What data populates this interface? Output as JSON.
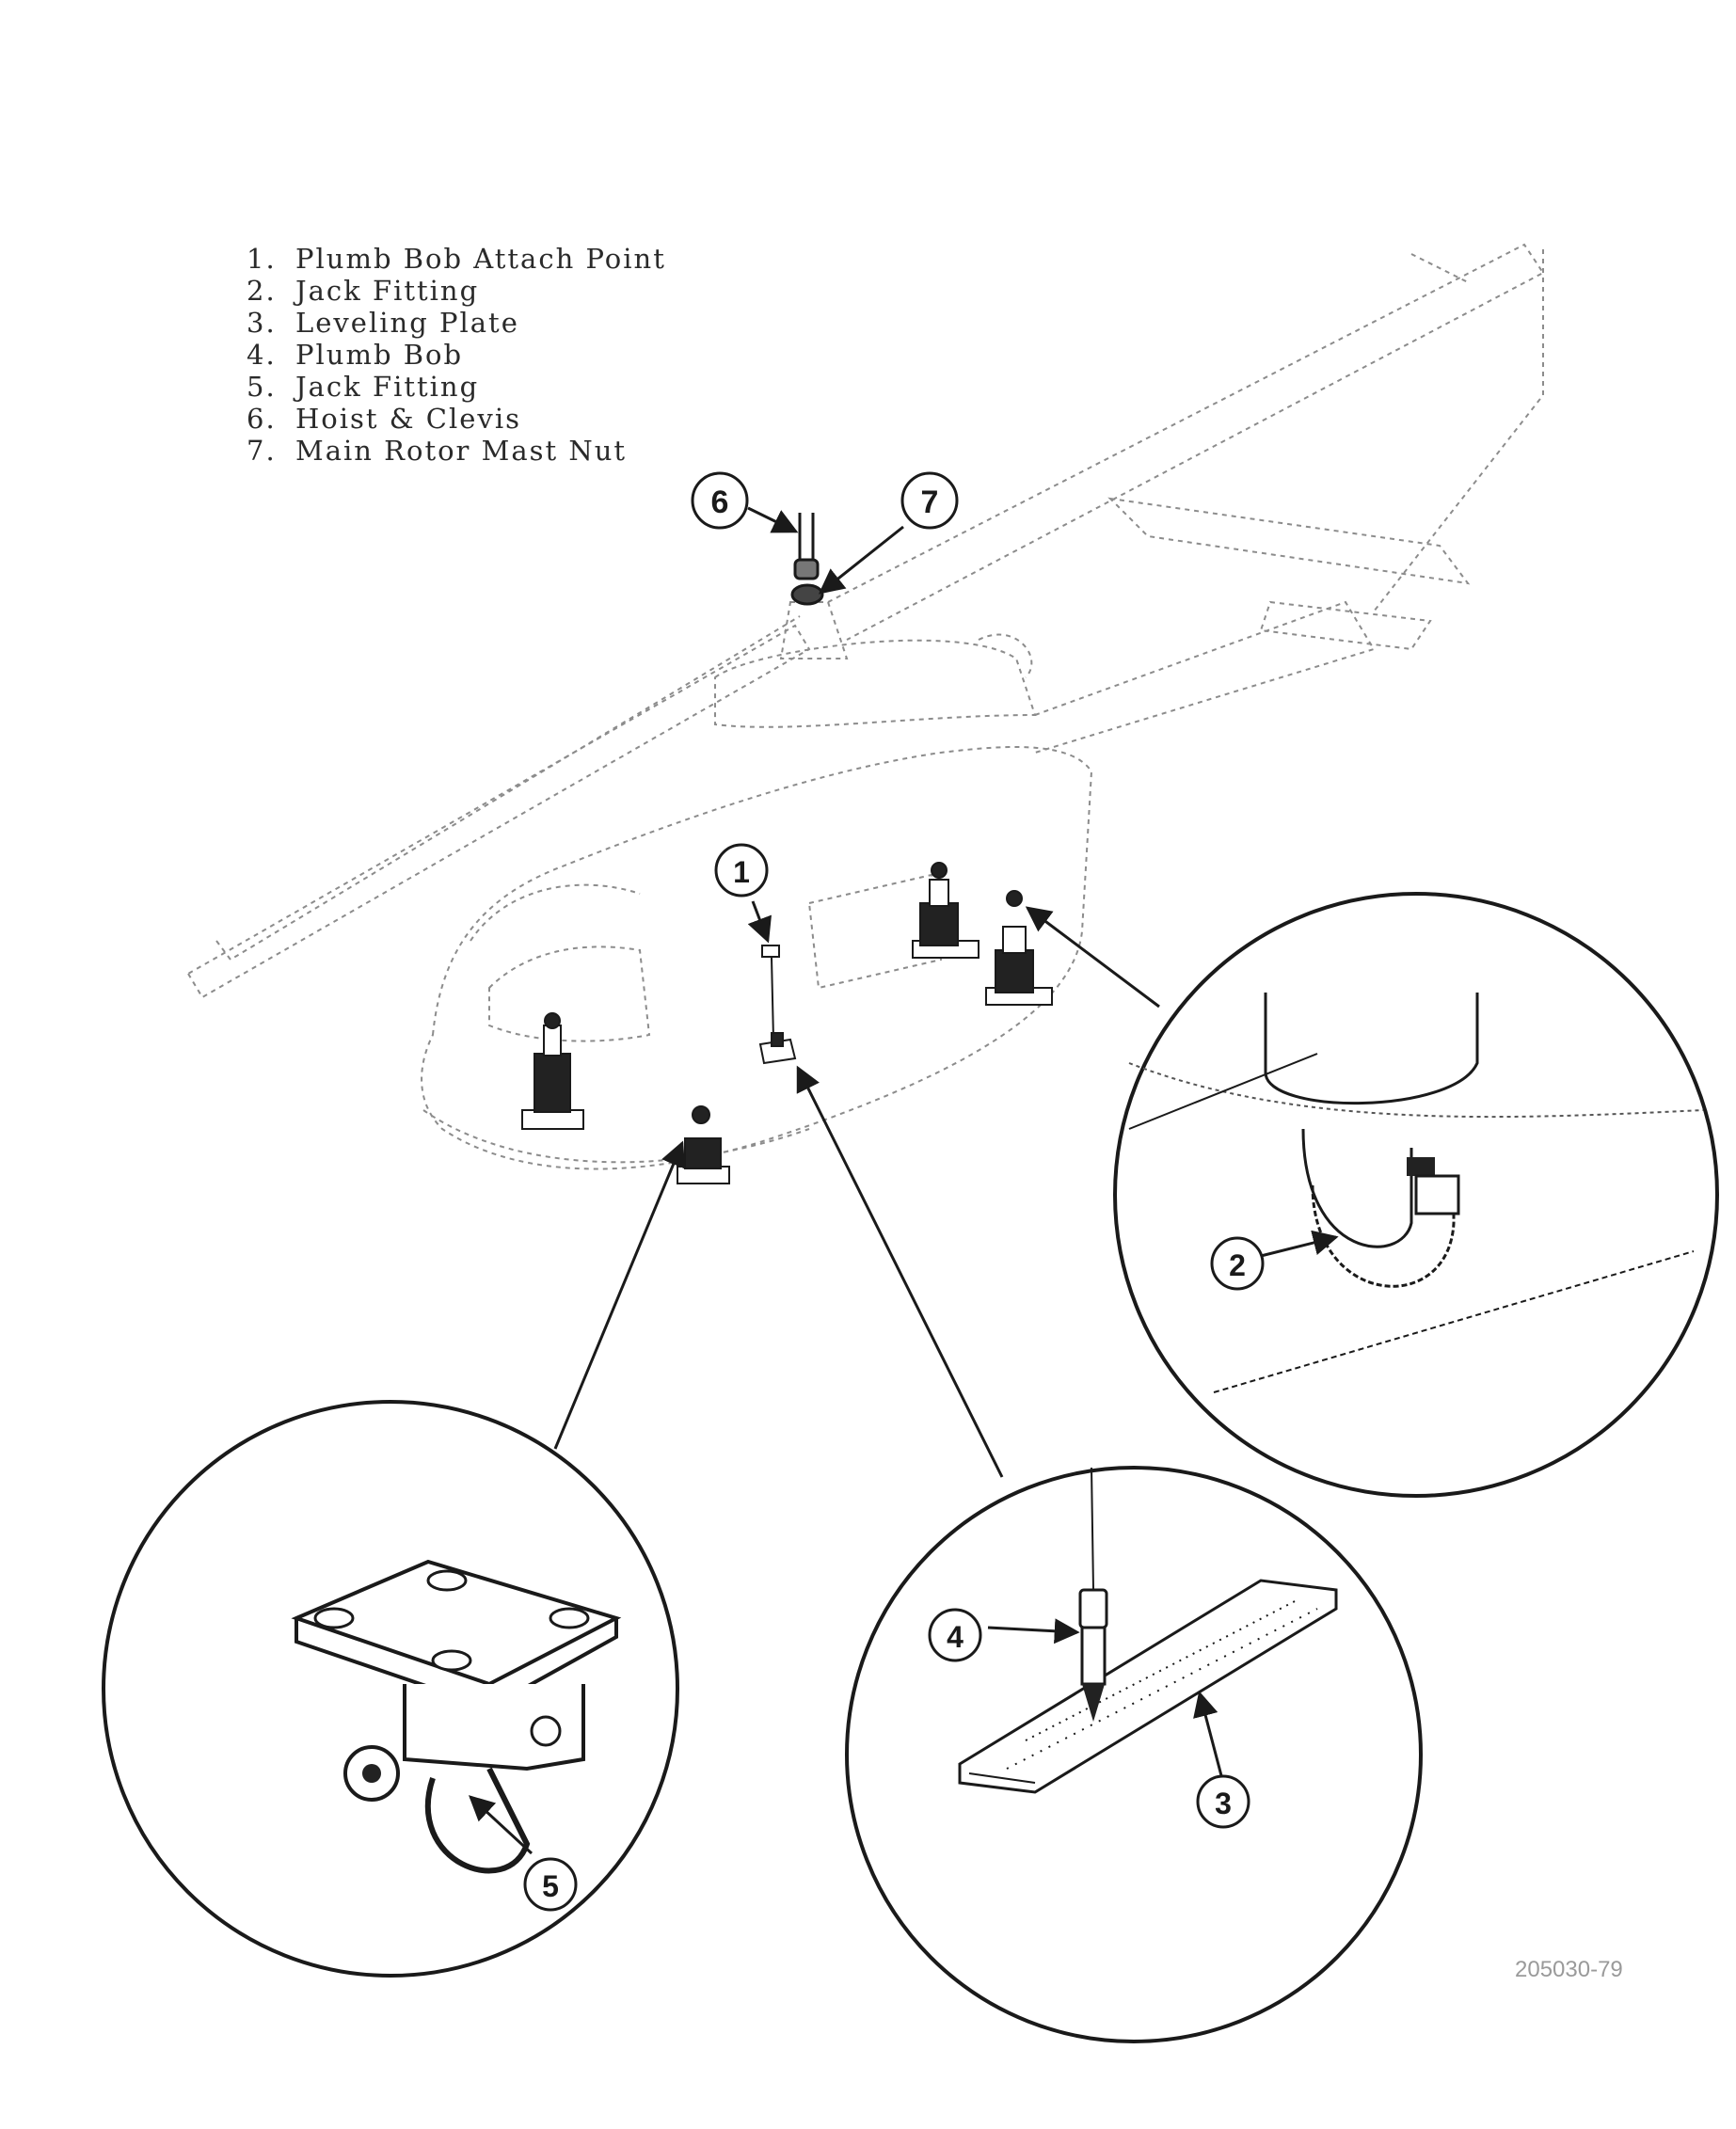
{
  "legend": {
    "items": [
      {
        "number": "1.",
        "label": "Plumb Bob Attach Point"
      },
      {
        "number": "2.",
        "label": "Jack Fitting"
      },
      {
        "number": "3.",
        "label": "Leveling Plate"
      },
      {
        "number": "4.",
        "label": "Plumb Bob"
      },
      {
        "number": "5.",
        "label": "Jack Fitting"
      },
      {
        "number": "6.",
        "label": "Hoist & Clevis"
      },
      {
        "number": "7.",
        "label": "Main Rotor Mast Nut"
      }
    ]
  },
  "callouts": {
    "c1": "1",
    "c2": "2",
    "c3": "3",
    "c4": "4",
    "c5": "5",
    "c6": "6",
    "c7": "7"
  },
  "drawing_id": "205030-79",
  "colors": {
    "ink": "#1a1a1a",
    "phantom": "#8c8c8c",
    "paper": "#ffffff"
  }
}
